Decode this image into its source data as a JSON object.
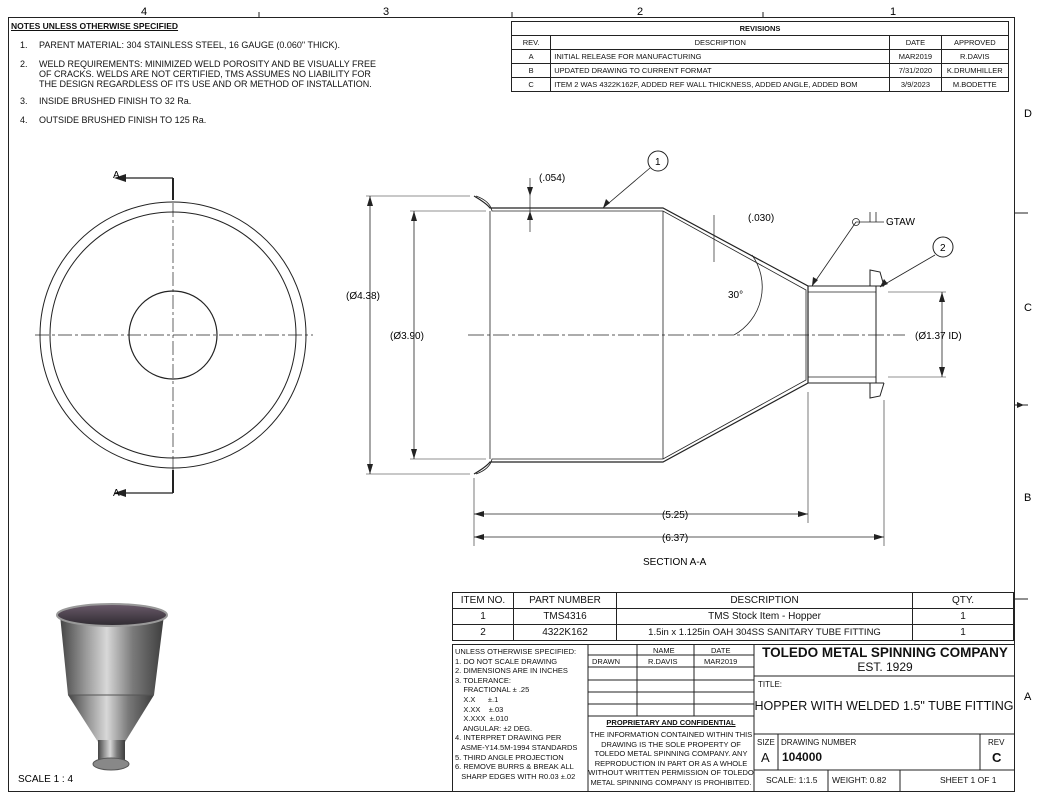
{
  "zones": {
    "top": [
      "4",
      "3",
      "2",
      "1"
    ],
    "right": [
      "D",
      "C",
      "B",
      "A"
    ]
  },
  "notes": {
    "heading": "NOTES UNLESS OTHERWISE SPECIFIED",
    "items": [
      {
        "num": "1.",
        "lines": [
          "PARENT MATERIAL: 304 STAINLESS STEEL, 16 GAUGE (0.060\" THICK)."
        ]
      },
      {
        "num": "2.",
        "lines": [
          "WELD REQUIREMENTS: MINIMIZED WELD POROSITY AND BE VISUALLY FREE",
          "OF CRACKS. WELDS ARE NOT CERTIFIED, TMS ASSUMES NO LIABILITY FOR",
          "THE DESIGN REGARDLESS OF ITS USE AND OR METHOD OF INSTALLATION."
        ]
      },
      {
        "num": "3.",
        "lines": [
          "INSIDE BRUSHED FINISH TO 32 Ra."
        ]
      },
      {
        "num": "4.",
        "lines": [
          "OUTSIDE BRUSHED FINISH TO 125 Ra."
        ]
      }
    ]
  },
  "revisions": {
    "title": "REVISIONS",
    "headers": [
      "REV.",
      "DESCRIPTION",
      "DATE",
      "APPROVED"
    ],
    "rows": [
      [
        "A",
        "INITIAL RELEASE FOR MANUFACTURING",
        "MAR2019",
        "R.DAVIS"
      ],
      [
        "B",
        "UPDATED DRAWING TO CURRENT FORMAT",
        "7/31/2020",
        "K.DRUMHILLER"
      ],
      [
        "C",
        "ITEM 2 WAS 4322K162F, ADDED REF WALL THICKNESS, ADDED ANGLE, ADDED BOM",
        "3/9/2023",
        "M.BODETTE"
      ]
    ]
  },
  "section_marks": {
    "top": "A",
    "bottom": "A"
  },
  "dims": {
    "wall_top": ".054",
    "wall_cone": ".030",
    "weld": "GTAW",
    "od_outer": "4.38",
    "od_inner": "3.90",
    "tube_id": "1.37 ID",
    "angle": "30°",
    "len_body": "5.25",
    "len_total": "6.37",
    "balloon1": "1",
    "balloon2": "2",
    "section_label": "SECTION A-A",
    "diameter_symbol": "Ø"
  },
  "bom": {
    "headers": [
      "ITEM NO.",
      "PART NUMBER",
      "DESCRIPTION",
      "QTY."
    ],
    "rows": [
      [
        "1",
        "TMS4316",
        "TMS Stock Item - Hopper",
        "1"
      ],
      [
        "2",
        "4322K162",
        "1.5in x 1.125in OAH 304SS SANITARY TUBE FITTING",
        "1"
      ]
    ]
  },
  "tolerances": {
    "lines": [
      "UNLESS OTHERWISE SPECIFIED:",
      "1. DO NOT SCALE DRAWING",
      "2. DIMENSIONS ARE IN INCHES",
      "3. TOLERANCE:",
      "    FRACTIONAL ± .25",
      "    X.X      ±.1",
      "    X.XX    ±.03",
      "    X.XXX  ±.010",
      "    ANGULAR: ±2 DEG.",
      "4. INTERPRET DRAWING PER",
      "   ASME-Y14.5M-1994 STANDARDS",
      "5. THIRD ANGLE PROJECTION",
      "6. REMOVE BURRS & BREAK ALL",
      "   SHARP EDGES WITH R0.03 ±.02"
    ]
  },
  "drawn_block": {
    "name_header": "NAME",
    "date_header": "DATE",
    "role": "DRAWN",
    "name": "R.DAVIS",
    "date": "MAR2019"
  },
  "proprietary": {
    "title": "PROPRIETARY AND CONFIDENTIAL",
    "lines": [
      "THE INFORMATION CONTAINED WITHIN THIS",
      "DRAWING IS THE SOLE PROPERTY OF",
      "TOLEDO METAL SPINNING COMPANY.  ANY",
      "REPRODUCTION IN PART OR AS A WHOLE",
      "WITHOUT WRITTEN PERMISSION OF TOLEDO",
      "METAL SPINNING COMPANY IS PROHIBITED."
    ]
  },
  "title_block": {
    "company": "TOLEDO METAL SPINNING COMPANY",
    "established": "EST. 1929",
    "title_label": "TITLE:",
    "title": "HOPPER WITH WELDED 1.5\" TUBE FITTING",
    "size_label": "SIZE",
    "size": "A",
    "dwg_label": "DRAWING NUMBER",
    "dwg_number": "104000",
    "rev_label": "REV",
    "rev": "C",
    "scale": "SCALE: 1:1.5",
    "weight": "WEIGHT: 0.82",
    "sheet": "SHEET 1 OF 1"
  },
  "iso_scale": "SCALE 1 : 4"
}
